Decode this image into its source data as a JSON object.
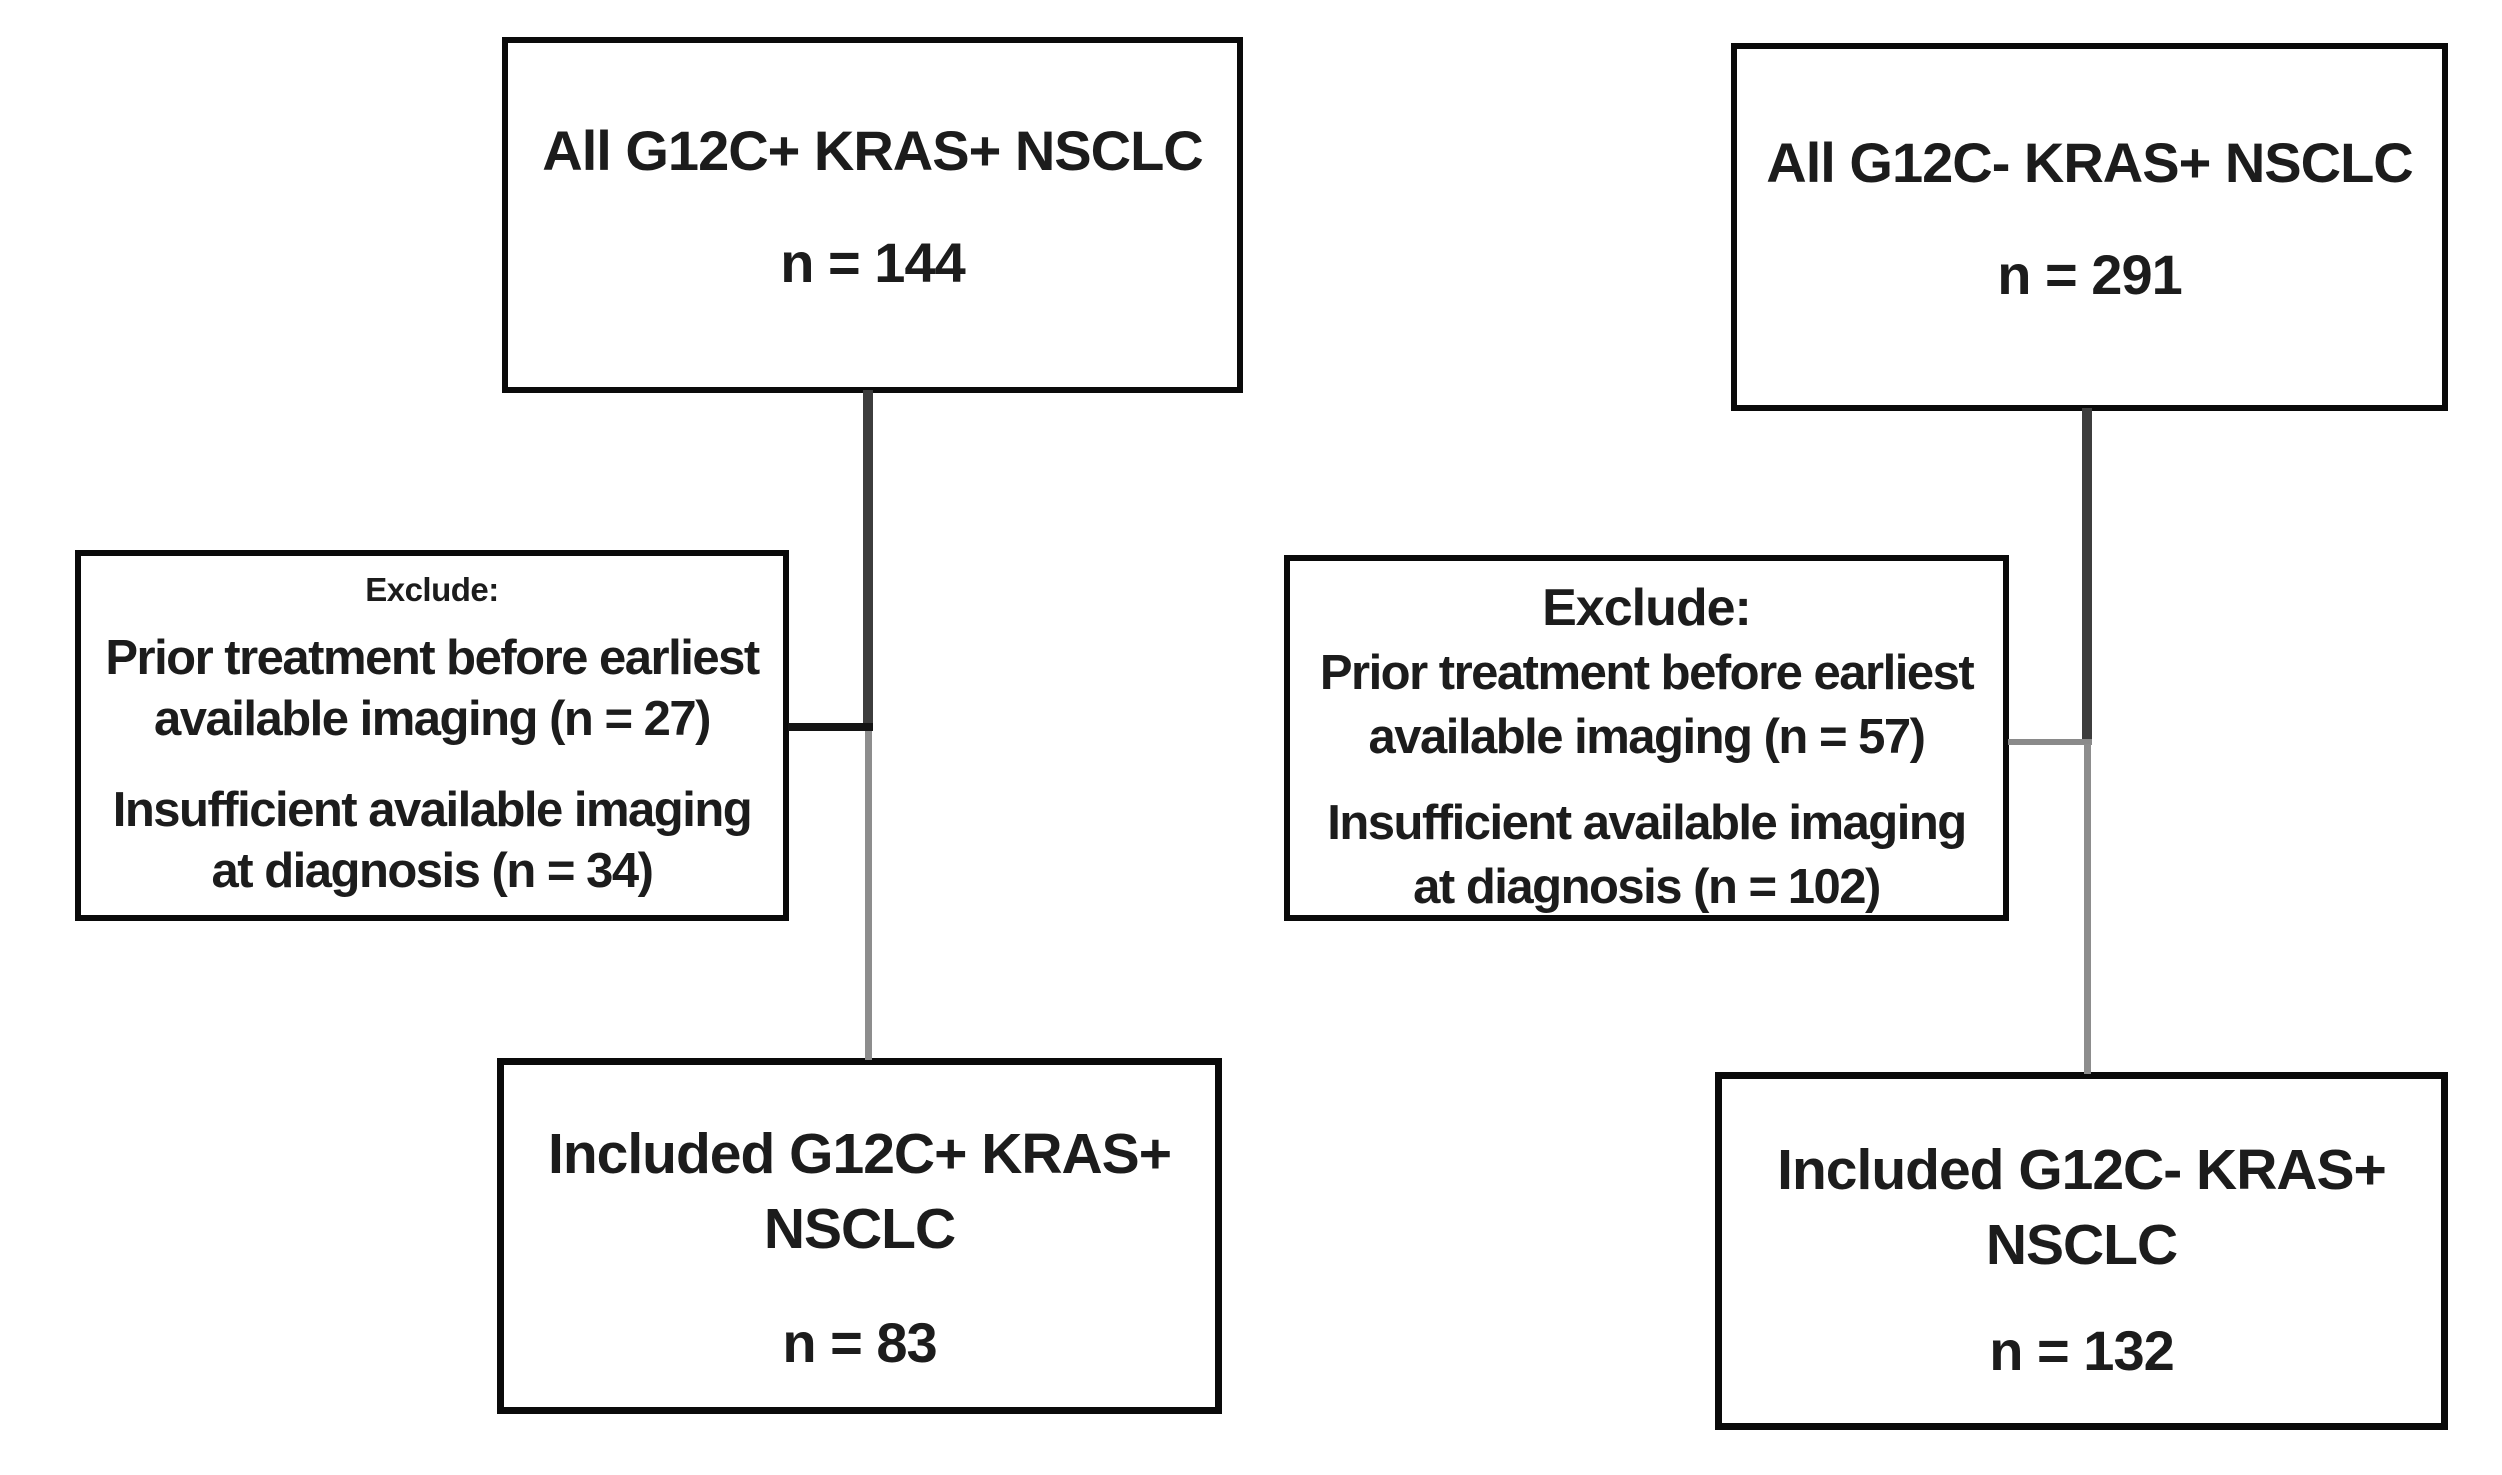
{
  "colors": {
    "background": "#ffffff",
    "box_border": "#0a0a0a",
    "text": "#1c1c1c",
    "connector_dark": "#3d3d3d",
    "connector_gray": "#8d8d8d",
    "connector_black": "#141414"
  },
  "left_flow": {
    "top_box": {
      "title": "All G12C+ KRAS+ NSCLC",
      "count": "n = 144"
    },
    "exclude_box": {
      "heading": "Exclude:",
      "item1_line1": "Prior treatment before earliest",
      "item1_line2": "available imaging (n = 27)",
      "item2_line1": "Insufficient available imaging",
      "item2_line2": "at diagnosis (n = 34)"
    },
    "bottom_box": {
      "title_line1": "Included G12C+ KRAS+",
      "title_line2": "NSCLC",
      "count": "n = 83"
    }
  },
  "right_flow": {
    "top_box": {
      "title": "All G12C- KRAS+ NSCLC",
      "count": "n = 291"
    },
    "exclude_box": {
      "heading": "Exclude:",
      "item1_line1": "Prior treatment before earliest",
      "item1_line2": "available imaging (n = 57)",
      "item2_line1": "Insufficient available imaging",
      "item2_line2": "at diagnosis (n = 102)"
    },
    "bottom_box": {
      "title_line1": "Included G12C- KRAS+",
      "title_line2": "NSCLC",
      "count": "n = 132"
    }
  }
}
